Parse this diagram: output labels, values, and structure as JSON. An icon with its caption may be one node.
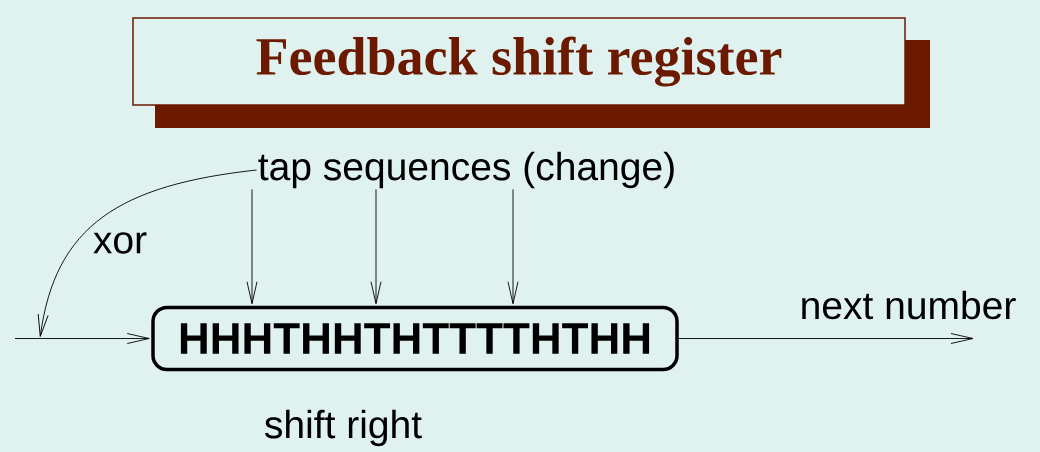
{
  "diagram": {
    "title": "Feedback shift register",
    "nodes": [
      {
        "text": [
          "tap sequences (change)"
        ]
      },
      {
        "text": [
          "HHHTHHTHTTTTHTHH"
        ]
      }
    ],
    "edges": [
      {
        "from": 0,
        "to": 1,
        "arrow": "to"
      },
      {
        "from": 0,
        "to": 1,
        "arrow": "to"
      },
      {
        "from": 0,
        "to": 1,
        "arrow": "to"
      },
      {
        "from": 0,
        "to": null,
        "arrow": "to",
        "label": "xor"
      },
      {
        "from": null,
        "to": 1,
        "arrow": "to"
      },
      {
        "from": 1,
        "to": null,
        "arrow": "to",
        "label": "next number"
      }
    ],
    "labels": [
      "shift right"
    ]
  }
}
